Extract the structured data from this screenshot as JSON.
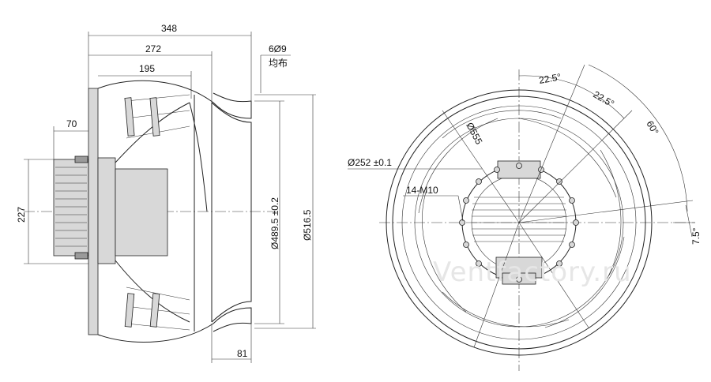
{
  "side_view": {
    "dim_348": "348",
    "dim_272": "272",
    "dim_195": "195",
    "dim_70": "70",
    "dim_227": "227",
    "dim_6x9": "6Ø9",
    "dim_6x9_note": "均布",
    "dim_489": "Ø489.5 ±0.2",
    "dim_516": "Ø516.5",
    "dim_81": "81"
  },
  "front_view": {
    "dim_angle_225a": "22.5°",
    "dim_angle_225b": "22.5°",
    "dim_angle_60": "60°",
    "dim_555": "Ø555",
    "dim_252": "Ø252 ±0.1",
    "dim_m10": "14-M10",
    "dim_75": "7.5°"
  },
  "watermark": "Ventfactory.ru"
}
